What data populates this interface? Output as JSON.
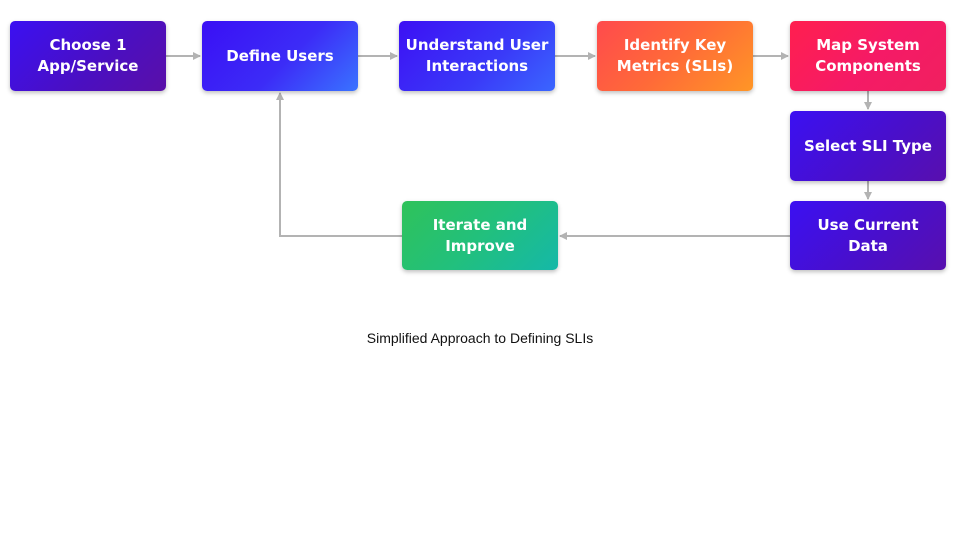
{
  "diagram": {
    "nodes": {
      "choose_app": "Choose 1\nApp/Service",
      "define_users": "Define Users",
      "understand": "Understand User\nInteractions",
      "identify": "Identify Key\nMetrics (SLIs)",
      "map": "Map System\nComponents",
      "select_sli": "Select SLI Type",
      "use_data": "Use Current Data",
      "iterate": "Iterate and\nImprove"
    },
    "edges": [
      {
        "from": "choose_app",
        "to": "define_users"
      },
      {
        "from": "define_users",
        "to": "understand"
      },
      {
        "from": "understand",
        "to": "identify"
      },
      {
        "from": "identify",
        "to": "map"
      },
      {
        "from": "map",
        "to": "select_sli"
      },
      {
        "from": "select_sli",
        "to": "use_data"
      },
      {
        "from": "use_data",
        "to": "iterate"
      },
      {
        "from": "iterate",
        "to": "define_users"
      }
    ],
    "connector_color": "#b3b3b3"
  },
  "caption": "Simplified Approach to Defining SLIs"
}
